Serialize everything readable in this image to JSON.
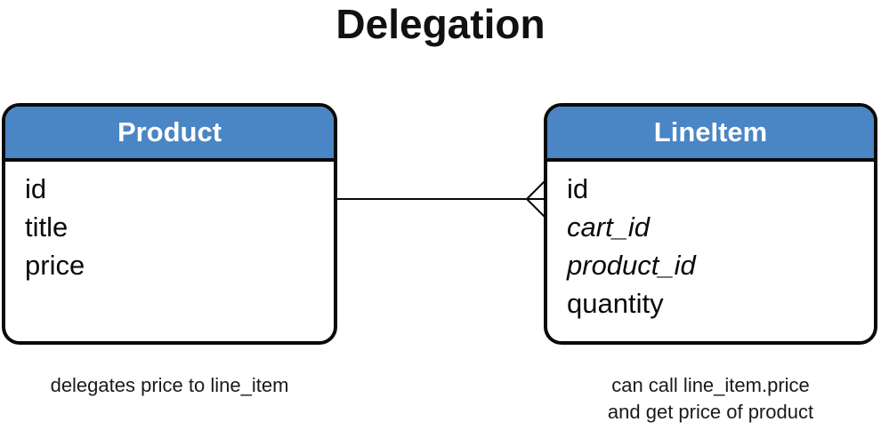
{
  "title": "Delegation",
  "diagram": {
    "colors": {
      "header_blue": "#4a85c5",
      "line_black": "#0a0a0a"
    },
    "entities": [
      {
        "name": "Product",
        "fields": [
          {
            "text": "id",
            "style": "normal"
          },
          {
            "text": "title",
            "style": "normal"
          },
          {
            "text": "price",
            "style": "normal"
          }
        ],
        "caption_lines": [
          "delegates price to line_item"
        ]
      },
      {
        "name": "LineItem",
        "fields": [
          {
            "text": "id",
            "style": "normal"
          },
          {
            "text": "cart_id",
            "style": "italic"
          },
          {
            "text": "product_id",
            "style": "italic"
          },
          {
            "text": "quantity",
            "style": "normal"
          }
        ],
        "caption_lines": [
          "can call line_item.price",
          "and get price of product"
        ]
      }
    ],
    "connector": {
      "from": "Product",
      "to": "LineItem",
      "notation": "crow-foot-many at LineItem end"
    }
  }
}
